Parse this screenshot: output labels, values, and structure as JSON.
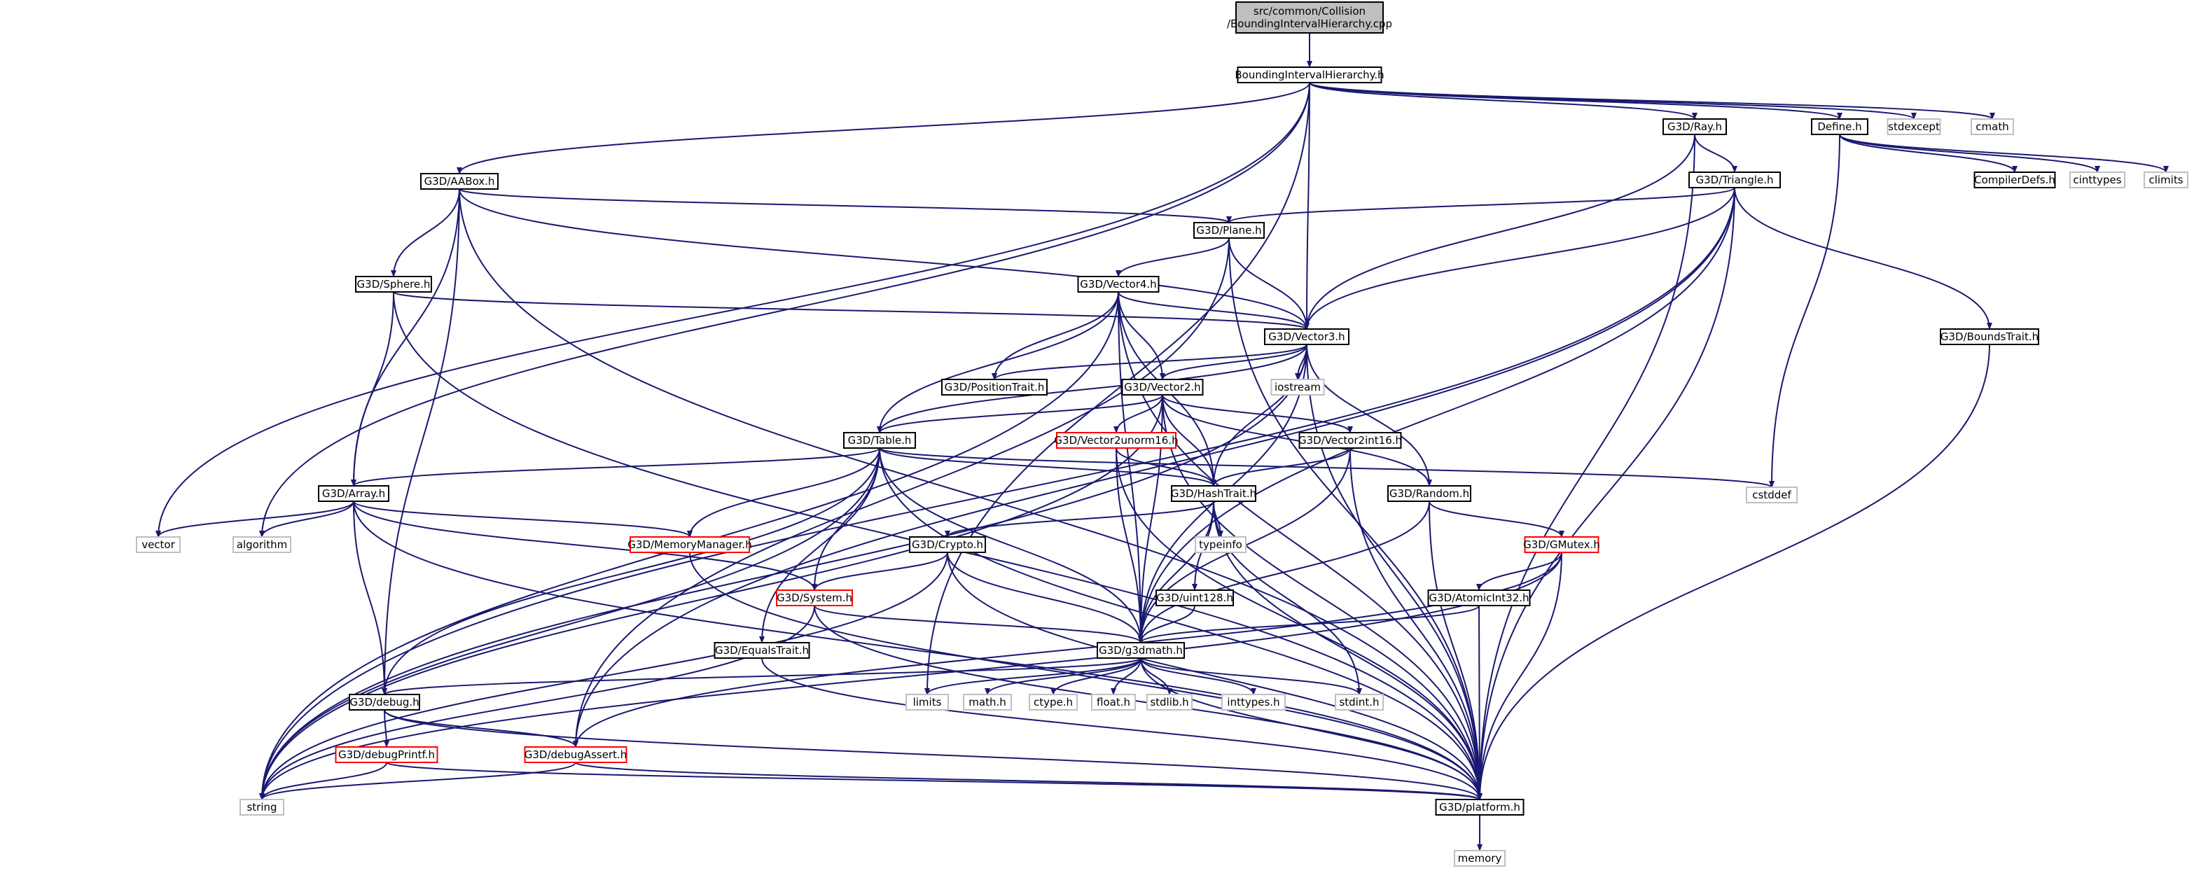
{
  "diagram": {
    "type": "include-dependency-graph",
    "colors": {
      "edge": "#191970",
      "root_fill": "#bfbfbf",
      "normal_border": "#000000",
      "truncated_border": "#ff0000",
      "external_border": "#bfbfbf",
      "text": "#000000"
    },
    "nodes": [
      {
        "id": "root",
        "lines": [
          "src/common/Collision",
          "/BoundingIntervalHierarchy.cpp"
        ],
        "kind": "root"
      },
      {
        "id": "bih",
        "lines": [
          "BoundingIntervalHierarchy.h"
        ],
        "kind": "normal"
      },
      {
        "id": "stdexcept",
        "lines": [
          "stdexcept"
        ],
        "kind": "external"
      },
      {
        "id": "cmath",
        "lines": [
          "cmath"
        ],
        "kind": "external"
      },
      {
        "id": "aabox",
        "lines": [
          "G3D/AABox.h"
        ],
        "kind": "normal"
      },
      {
        "id": "ray",
        "lines": [
          "G3D/Ray.h"
        ],
        "kind": "normal"
      },
      {
        "id": "define",
        "lines": [
          "Define.h"
        ],
        "kind": "normal"
      },
      {
        "id": "triangle",
        "lines": [
          "G3D/Triangle.h"
        ],
        "kind": "normal"
      },
      {
        "id": "compilerdefs",
        "lines": [
          "CompilerDefs.h"
        ],
        "kind": "normal"
      },
      {
        "id": "cinttypes",
        "lines": [
          "cinttypes"
        ],
        "kind": "external"
      },
      {
        "id": "climits",
        "lines": [
          "climits"
        ],
        "kind": "external"
      },
      {
        "id": "plane",
        "lines": [
          "G3D/Plane.h"
        ],
        "kind": "normal"
      },
      {
        "id": "sphere",
        "lines": [
          "G3D/Sphere.h"
        ],
        "kind": "normal"
      },
      {
        "id": "vector4",
        "lines": [
          "G3D/Vector4.h"
        ],
        "kind": "normal"
      },
      {
        "id": "vector3",
        "lines": [
          "G3D/Vector3.h"
        ],
        "kind": "normal"
      },
      {
        "id": "boundstrait",
        "lines": [
          "G3D/BoundsTrait.h"
        ],
        "kind": "normal"
      },
      {
        "id": "positiontrait",
        "lines": [
          "G3D/PositionTrait.h"
        ],
        "kind": "normal"
      },
      {
        "id": "iostream",
        "lines": [
          "iostream"
        ],
        "kind": "external"
      },
      {
        "id": "vector2",
        "lines": [
          "G3D/Vector2.h"
        ],
        "kind": "normal"
      },
      {
        "id": "table",
        "lines": [
          "G3D/Table.h"
        ],
        "kind": "normal"
      },
      {
        "id": "v2unorm",
        "lines": [
          "G3D/Vector2unorm16.h"
        ],
        "kind": "truncated"
      },
      {
        "id": "v2int",
        "lines": [
          "G3D/Vector2int16.h"
        ],
        "kind": "normal"
      },
      {
        "id": "cstddef",
        "lines": [
          "cstddef"
        ],
        "kind": "external"
      },
      {
        "id": "array",
        "lines": [
          "G3D/Array.h"
        ],
        "kind": "normal"
      },
      {
        "id": "hashtrait",
        "lines": [
          "G3D/HashTrait.h"
        ],
        "kind": "normal"
      },
      {
        "id": "random",
        "lines": [
          "G3D/Random.h"
        ],
        "kind": "normal"
      },
      {
        "id": "vector",
        "lines": [
          "vector"
        ],
        "kind": "external"
      },
      {
        "id": "algorithm",
        "lines": [
          "algorithm"
        ],
        "kind": "external"
      },
      {
        "id": "memmgr",
        "lines": [
          "G3D/MemoryManager.h"
        ],
        "kind": "truncated"
      },
      {
        "id": "crypto",
        "lines": [
          "G3D/Crypto.h"
        ],
        "kind": "normal"
      },
      {
        "id": "typeinfo",
        "lines": [
          "typeinfo"
        ],
        "kind": "external"
      },
      {
        "id": "gmutex",
        "lines": [
          "G3D/GMutex.h"
        ],
        "kind": "truncated"
      },
      {
        "id": "system",
        "lines": [
          "G3D/System.h"
        ],
        "kind": "truncated"
      },
      {
        "id": "uint128",
        "lines": [
          "G3D/uint128.h"
        ],
        "kind": "normal"
      },
      {
        "id": "atomic",
        "lines": [
          "G3D/AtomicInt32.h"
        ],
        "kind": "normal"
      },
      {
        "id": "equals",
        "lines": [
          "G3D/EqualsTrait.h"
        ],
        "kind": "normal"
      },
      {
        "id": "g3dmath",
        "lines": [
          "G3D/g3dmath.h"
        ],
        "kind": "normal"
      },
      {
        "id": "debug",
        "lines": [
          "G3D/debug.h"
        ],
        "kind": "normal"
      },
      {
        "id": "limits",
        "lines": [
          "limits"
        ],
        "kind": "external"
      },
      {
        "id": "math",
        "lines": [
          "math.h"
        ],
        "kind": "external"
      },
      {
        "id": "ctype",
        "lines": [
          "ctype.h"
        ],
        "kind": "external"
      },
      {
        "id": "float",
        "lines": [
          "float.h"
        ],
        "kind": "external"
      },
      {
        "id": "stdlib",
        "lines": [
          "stdlib.h"
        ],
        "kind": "external"
      },
      {
        "id": "inttypes",
        "lines": [
          "inttypes.h"
        ],
        "kind": "external"
      },
      {
        "id": "stdint",
        "lines": [
          "stdint.h"
        ],
        "kind": "external"
      },
      {
        "id": "debugprintf",
        "lines": [
          "G3D/debugPrintf.h"
        ],
        "kind": "truncated"
      },
      {
        "id": "debugassert",
        "lines": [
          "G3D/debugAssert.h"
        ],
        "kind": "truncated"
      },
      {
        "id": "string",
        "lines": [
          "string"
        ],
        "kind": "external"
      },
      {
        "id": "platform",
        "lines": [
          "G3D/platform.h"
        ],
        "kind": "normal"
      },
      {
        "id": "memory",
        "lines": [
          "memory"
        ],
        "kind": "external"
      }
    ],
    "edges": [
      [
        "root",
        "bih"
      ],
      [
        "bih",
        "stdexcept"
      ],
      [
        "bih",
        "cmath"
      ],
      [
        "bih",
        "aabox"
      ],
      [
        "bih",
        "ray"
      ],
      [
        "bih",
        "define"
      ],
      [
        "bih",
        "vector3"
      ],
      [
        "bih",
        "vector"
      ],
      [
        "bih",
        "algorithm"
      ],
      [
        "bih",
        "limits"
      ],
      [
        "define",
        "compilerdefs"
      ],
      [
        "define",
        "cinttypes"
      ],
      [
        "define",
        "climits"
      ],
      [
        "define",
        "cstddef"
      ],
      [
        "ray",
        "triangle"
      ],
      [
        "ray",
        "vector3"
      ],
      [
        "ray",
        "platform"
      ],
      [
        "aabox",
        "plane"
      ],
      [
        "aabox",
        "sphere"
      ],
      [
        "aabox",
        "vector3"
      ],
      [
        "aabox",
        "array"
      ],
      [
        "aabox",
        "debug"
      ],
      [
        "aabox",
        "platform"
      ],
      [
        "triangle",
        "plane"
      ],
      [
        "triangle",
        "vector3"
      ],
      [
        "triangle",
        "boundstrait"
      ],
      [
        "triangle",
        "g3dmath"
      ],
      [
        "triangle",
        "string"
      ],
      [
        "triangle",
        "debugassert"
      ],
      [
        "triangle",
        "platform"
      ],
      [
        "plane",
        "vector4"
      ],
      [
        "plane",
        "vector3"
      ],
      [
        "plane",
        "debugassert"
      ],
      [
        "plane",
        "platform"
      ],
      [
        "sphere",
        "vector3"
      ],
      [
        "sphere",
        "array"
      ],
      [
        "sphere",
        "platform"
      ],
      [
        "vector4",
        "vector3"
      ],
      [
        "vector4",
        "vector2"
      ],
      [
        "vector4",
        "table"
      ],
      [
        "vector4",
        "hashtrait"
      ],
      [
        "vector4",
        "positiontrait"
      ],
      [
        "vector4",
        "g3dmath"
      ],
      [
        "vector4",
        "string"
      ],
      [
        "vector4",
        "platform"
      ],
      [
        "vector3",
        "positiontrait"
      ],
      [
        "vector3",
        "iostream"
      ],
      [
        "vector3",
        "vector2"
      ],
      [
        "vector3",
        "table"
      ],
      [
        "vector3",
        "hashtrait"
      ],
      [
        "vector3",
        "random"
      ],
      [
        "vector3",
        "g3dmath"
      ],
      [
        "vector3",
        "string"
      ],
      [
        "vector3",
        "platform"
      ],
      [
        "boundstrait",
        "platform"
      ],
      [
        "vector2",
        "v2unorm"
      ],
      [
        "vector2",
        "v2int"
      ],
      [
        "vector2",
        "table"
      ],
      [
        "vector2",
        "hashtrait"
      ],
      [
        "vector2",
        "random"
      ],
      [
        "vector2",
        "g3dmath"
      ],
      [
        "vector2",
        "string"
      ],
      [
        "vector2",
        "platform"
      ],
      [
        "v2unorm",
        "hashtrait"
      ],
      [
        "v2unorm",
        "g3dmath"
      ],
      [
        "v2unorm",
        "platform"
      ],
      [
        "v2int",
        "hashtrait"
      ],
      [
        "v2int",
        "g3dmath"
      ],
      [
        "v2int",
        "platform"
      ],
      [
        "table",
        "cstddef"
      ],
      [
        "table",
        "array"
      ],
      [
        "table",
        "hashtrait"
      ],
      [
        "table",
        "memmgr"
      ],
      [
        "table",
        "system"
      ],
      [
        "table",
        "equals"
      ],
      [
        "table",
        "g3dmath"
      ],
      [
        "table",
        "debug"
      ],
      [
        "table",
        "string"
      ],
      [
        "table",
        "platform"
      ],
      [
        "array",
        "vector"
      ],
      [
        "array",
        "algorithm"
      ],
      [
        "array",
        "memmgr"
      ],
      [
        "array",
        "system"
      ],
      [
        "array",
        "debug"
      ],
      [
        "array",
        "platform"
      ],
      [
        "hashtrait",
        "typeinfo"
      ],
      [
        "hashtrait",
        "crypto"
      ],
      [
        "hashtrait",
        "uint128"
      ],
      [
        "hashtrait",
        "g3dmath"
      ],
      [
        "hashtrait",
        "stdint"
      ],
      [
        "hashtrait",
        "platform"
      ],
      [
        "random",
        "gmutex"
      ],
      [
        "random",
        "g3dmath"
      ],
      [
        "random",
        "platform"
      ],
      [
        "memmgr",
        "platform"
      ],
      [
        "crypto",
        "system"
      ],
      [
        "crypto",
        "g3dmath"
      ],
      [
        "crypto",
        "string"
      ],
      [
        "crypto",
        "platform"
      ],
      [
        "gmutex",
        "atomic"
      ],
      [
        "gmutex",
        "debugassert"
      ],
      [
        "gmutex",
        "platform"
      ],
      [
        "gmutex",
        "string"
      ],
      [
        "atomic",
        "g3dmath"
      ],
      [
        "atomic",
        "platform"
      ],
      [
        "system",
        "g3dmath"
      ],
      [
        "system",
        "string"
      ],
      [
        "system",
        "platform"
      ],
      [
        "uint128",
        "g3dmath"
      ],
      [
        "equals",
        "platform"
      ],
      [
        "g3dmath",
        "limits"
      ],
      [
        "g3dmath",
        "math"
      ],
      [
        "g3dmath",
        "ctype"
      ],
      [
        "g3dmath",
        "float"
      ],
      [
        "g3dmath",
        "stdlib"
      ],
      [
        "g3dmath",
        "inttypes"
      ],
      [
        "g3dmath",
        "stdint"
      ],
      [
        "g3dmath",
        "debug"
      ],
      [
        "g3dmath",
        "platform"
      ],
      [
        "debug",
        "debugprintf"
      ],
      [
        "debug",
        "debugassert"
      ],
      [
        "debug",
        "platform"
      ],
      [
        "debugprintf",
        "string"
      ],
      [
        "debugprintf",
        "platform"
      ],
      [
        "debugassert",
        "string"
      ],
      [
        "debugassert",
        "platform"
      ],
      [
        "platform",
        "memory"
      ]
    ]
  }
}
